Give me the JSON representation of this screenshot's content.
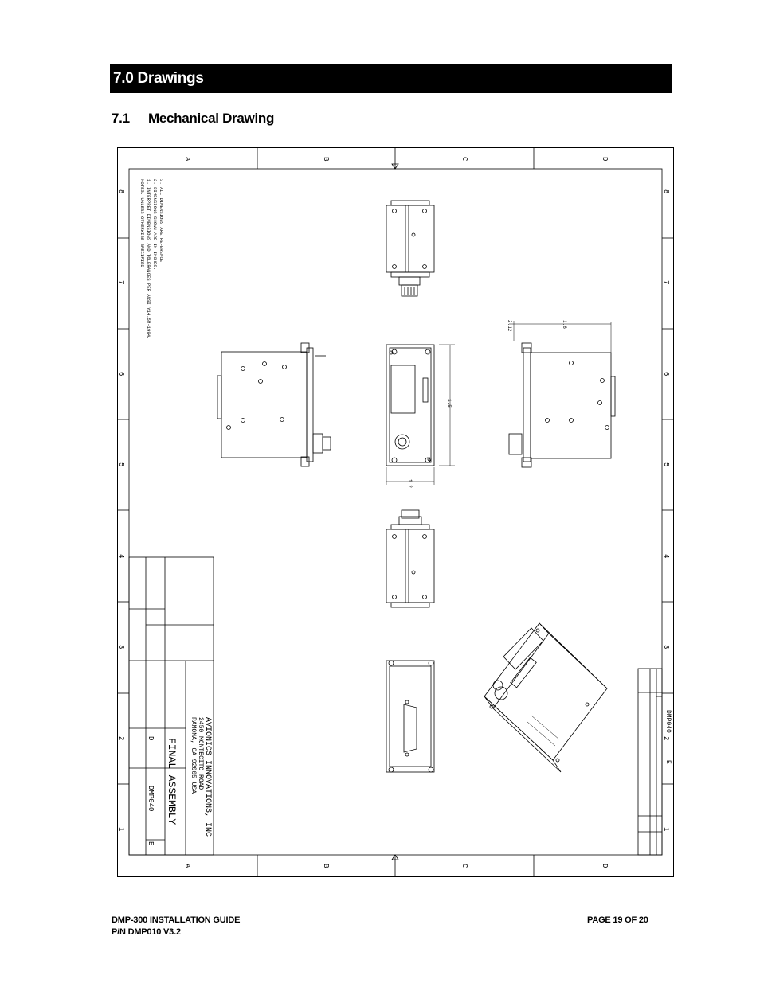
{
  "header": {
    "section_title": "7.0 Drawings",
    "subsection_number": "7.1",
    "subsection_title": "Mechanical Drawing"
  },
  "drawing": {
    "zone_letters": [
      "A",
      "B",
      "C",
      "D"
    ],
    "zone_numbers": [
      "8",
      "7",
      "6",
      "5",
      "4",
      "3",
      "2",
      "1"
    ],
    "notes_title": "NOTES: UNLESS OTHERWISE SPECIFIED",
    "notes": [
      "1.  INTERPRET DIMENSIONS AND TOLERANCES PER ANSI Y14.5M-1994.",
      "2.  DIMENSIONS SHOWN ARE IN INCHES.",
      "3.  ALL DIMENSIONS ARE REFERENCE."
    ],
    "dimension_labels": [
      "1.2",
      "1.5",
      "1.6",
      "2.12"
    ],
    "title_block": {
      "company": "AVIONICS INNOVATIONS, INC",
      "address_1": "2450 MONTECITO ROAD",
      "address_2": "RAMONA, CA  92065 USA",
      "drawing_title": "FINAL ASSEMBLY",
      "size": "D",
      "drawing_number": "DMP040",
      "rev": "E",
      "revision_header": "DMP040",
      "revision_rev": "E"
    }
  },
  "footer": {
    "guide_title": "DMP-300 INSTALLATION GUIDE",
    "part_number": "P/N DMP010 V3.2",
    "page_label": "PAGE 19 OF 20"
  }
}
